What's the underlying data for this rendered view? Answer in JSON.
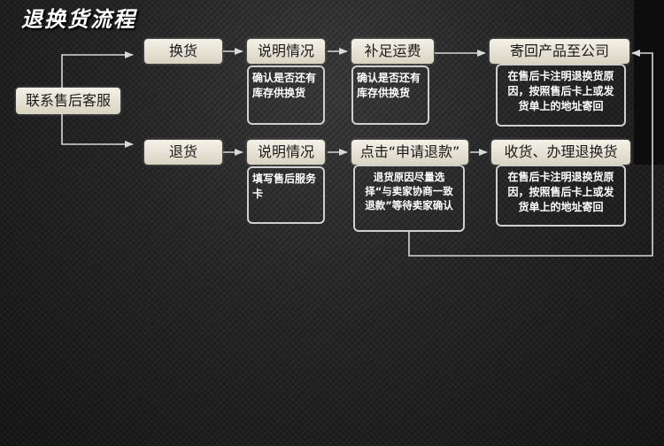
{
  "title": "退换货流程",
  "start": "联系售后客服",
  "exchange": {
    "label": "换货",
    "step1": "说明情况",
    "step1_note": "确认是否还有库存供换货",
    "step2": "补足运费",
    "step2_note": "确认是否还有库存供换货",
    "step3": "寄回产品至公司",
    "step3_note": "在售后卡注明退换货原因，按照售后卡上或发货单上的地址寄回"
  },
  "return": {
    "label": "退货",
    "step1": "说明情况",
    "step1_note": "填写售后服务卡",
    "step2": "点击“申请退款”",
    "step2_note": "退货原因尽量选择“与卖家协商一致退款”等待卖家确认",
    "step3": "收货、办理退换货",
    "step3_note": "在售后卡注明退换货原因，按照售后卡上或发货单上的地址寄回"
  }
}
